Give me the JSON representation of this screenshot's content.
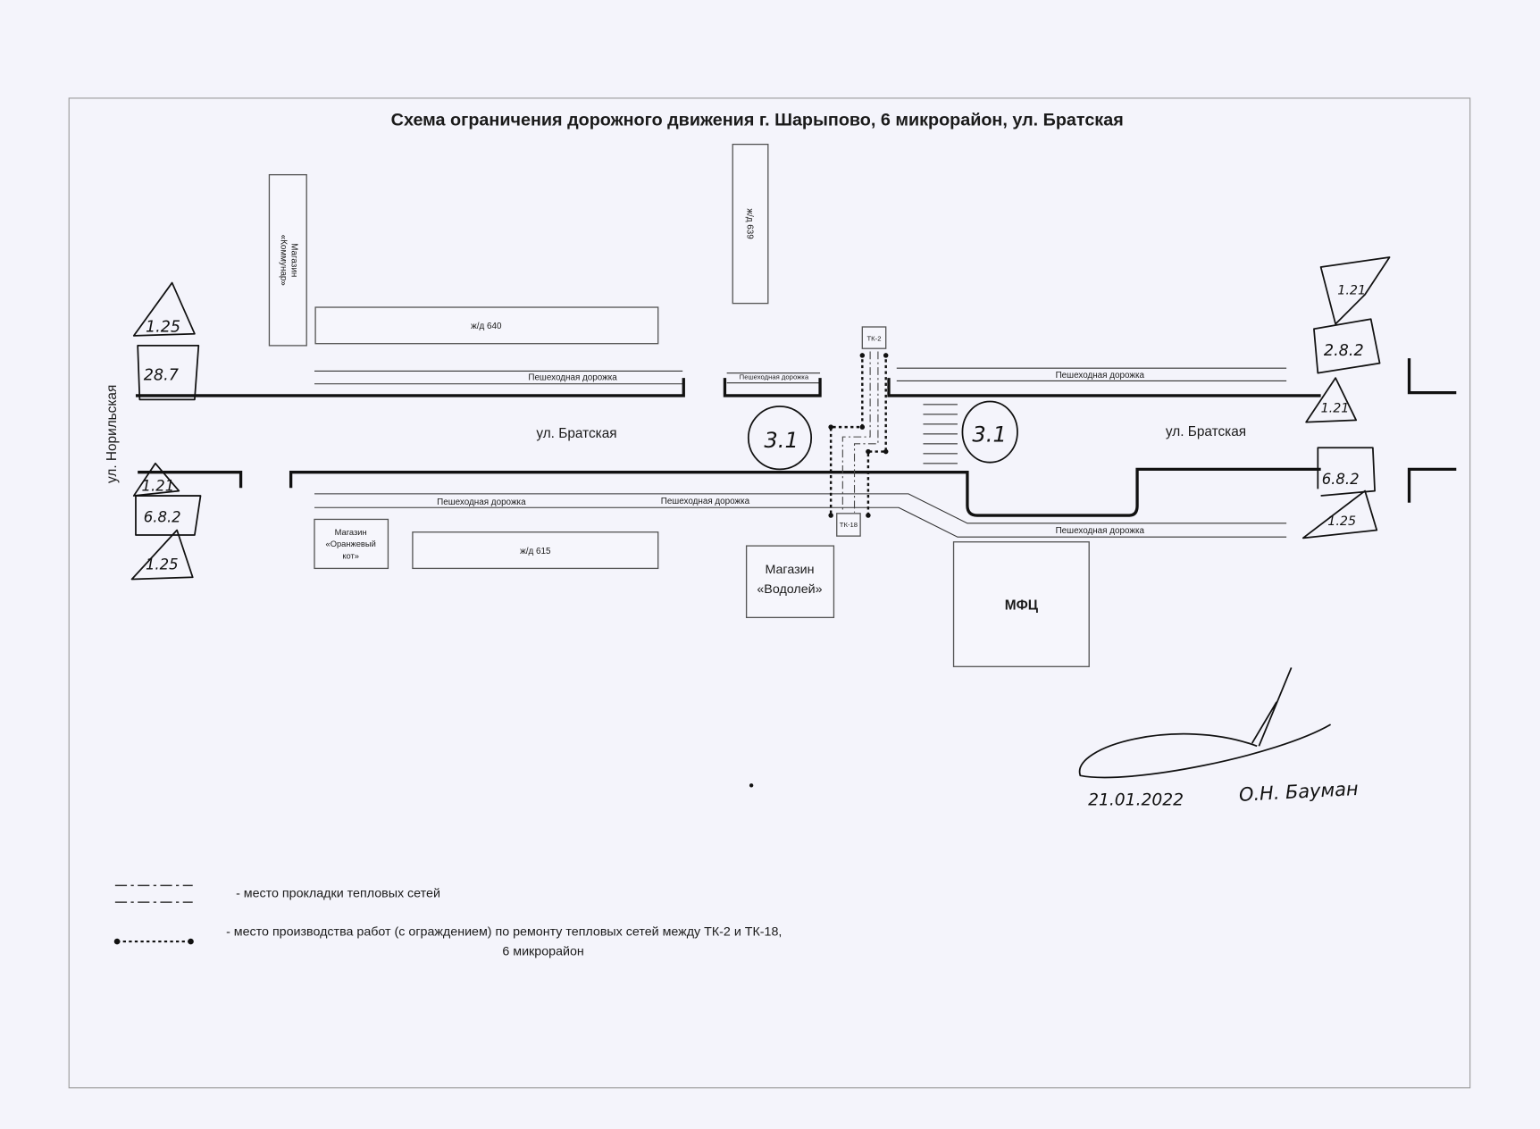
{
  "title": "Схема ограничения дорожного движения г. Шарыпово, 6 микрорайон, ул. Братская",
  "streets": {
    "bratskaya_left": "ул. Братская",
    "bratskaya_right": "ул. Братская",
    "norilskaya": "ул. Норильская"
  },
  "sidewalks": {
    "top_left": "Пешеходная дорожка",
    "top_middle": "Пешеходная дорожка",
    "top_right": "Пешеходная дорожка",
    "bottom_left": "Пешеходная дорожка",
    "bottom_middle": "Пешеходная дорожка",
    "bottom_right": "Пешеходная дорожка"
  },
  "buildings": {
    "kommunar_line1": "Магазин",
    "kommunar_line2": "«Коммунар»",
    "house639": "ж/д 639",
    "house640": "ж/д 640",
    "orange_line1": "Магазин",
    "orange_line2": "«Оранжевый",
    "orange_line3": "кот»",
    "house615": "ж/д 615",
    "vodoley_line1": "Магазин",
    "vodoley_line2": "«Водолей»",
    "mfc": "МФЦ"
  },
  "chambers": {
    "tk2": "ТК-2",
    "tk18": "ТК-18"
  },
  "handwritten_signs": {
    "left_top_triangle": "1.25",
    "left_top_rect": "28.7",
    "left_bottom_triangle1": "1.21",
    "left_bottom_rect": "6.8.2",
    "left_bottom_triangle2": "1.25",
    "right_top_triangle1": "1.21",
    "right_top_rect": "2.8.2",
    "right_top_triangle2": "1.21",
    "right_bottom_rect": "6.8.2",
    "right_bottom_triangle": "1.25",
    "circle_left": "3.1",
    "circle_right": "3.1"
  },
  "signature": {
    "date": "21.01.2022",
    "name": "О.Н. Бауман"
  },
  "legend": {
    "heat_network": "- место  прокладки тепловых сетей",
    "work_zone_line1": "- место  производства работ (с ограждением) по ремонту  тепловых сетей между ТК-2 и ТК-18,",
    "work_zone_line2": "6 микрорайон"
  }
}
